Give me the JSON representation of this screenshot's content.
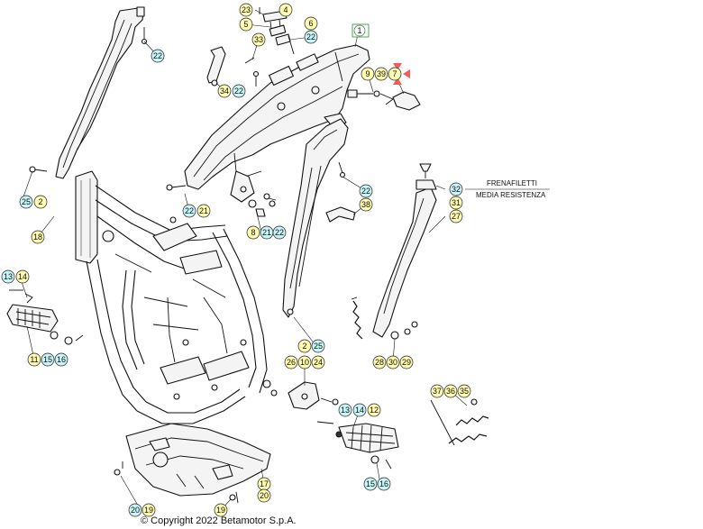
{
  "copyright": "© Copyright 2022 Betamotor S.p.A.",
  "note": {
    "line1": "FRENAFILETTI",
    "line2": "MEDIA RESISTENZA"
  },
  "colors": {
    "yellow": "#fffbb0",
    "cyan": "#c8f6f8",
    "boxed": "#2a8a3a",
    "marker": "#f25b5b"
  },
  "callouts": [
    {
      "label": "23",
      "color": "yellow"
    },
    {
      "label": "4",
      "color": "yellow"
    },
    {
      "label": "5",
      "color": "yellow"
    },
    {
      "label": "6",
      "color": "yellow"
    },
    {
      "label": "22",
      "color": "cyan"
    },
    {
      "label": "33",
      "color": "yellow"
    },
    {
      "label": "22",
      "color": "cyan"
    },
    {
      "label": "34",
      "color": "yellow"
    },
    {
      "label": "22",
      "color": "cyan"
    },
    {
      "label": "9",
      "color": "yellow"
    },
    {
      "label": "39",
      "color": "yellow"
    },
    {
      "label": "7",
      "color": "yellow"
    },
    {
      "label": "25",
      "color": "cyan"
    },
    {
      "label": "2",
      "color": "yellow"
    },
    {
      "label": "18",
      "color": "yellow"
    },
    {
      "label": "22",
      "color": "cyan"
    },
    {
      "label": "21",
      "color": "yellow"
    },
    {
      "label": "8",
      "color": "yellow"
    },
    {
      "label": "21",
      "color": "cyan"
    },
    {
      "label": "22",
      "color": "cyan"
    },
    {
      "label": "22",
      "color": "cyan"
    },
    {
      "label": "38",
      "color": "yellow"
    },
    {
      "label": "32",
      "color": "cyan"
    },
    {
      "label": "31",
      "color": "yellow"
    },
    {
      "label": "27",
      "color": "yellow"
    },
    {
      "label": "13",
      "color": "cyan"
    },
    {
      "label": "14",
      "color": "yellow"
    },
    {
      "label": "11",
      "color": "yellow"
    },
    {
      "label": "15",
      "color": "cyan"
    },
    {
      "label": "16",
      "color": "cyan"
    },
    {
      "label": "2",
      "color": "yellow"
    },
    {
      "label": "25",
      "color": "cyan"
    },
    {
      "label": "26",
      "color": "yellow"
    },
    {
      "label": "10",
      "color": "yellow"
    },
    {
      "label": "24",
      "color": "yellow"
    },
    {
      "label": "28",
      "color": "yellow"
    },
    {
      "label": "30",
      "color": "yellow"
    },
    {
      "label": "29",
      "color": "yellow"
    },
    {
      "label": "37",
      "color": "yellow"
    },
    {
      "label": "36",
      "color": "yellow"
    },
    {
      "label": "35",
      "color": "yellow"
    },
    {
      "label": "13",
      "color": "cyan"
    },
    {
      "label": "14",
      "color": "cyan"
    },
    {
      "label": "12",
      "color": "yellow"
    },
    {
      "label": "15",
      "color": "cyan"
    },
    {
      "label": "16",
      "color": "cyan"
    },
    {
      "label": "17",
      "color": "yellow"
    },
    {
      "label": "20",
      "color": "yellow"
    },
    {
      "label": "20",
      "color": "cyan"
    },
    {
      "label": "19",
      "color": "yellow"
    },
    {
      "label": "19",
      "color": "yellow"
    }
  ],
  "boxed_callout": {
    "label": "1",
    "color": "boxed"
  }
}
